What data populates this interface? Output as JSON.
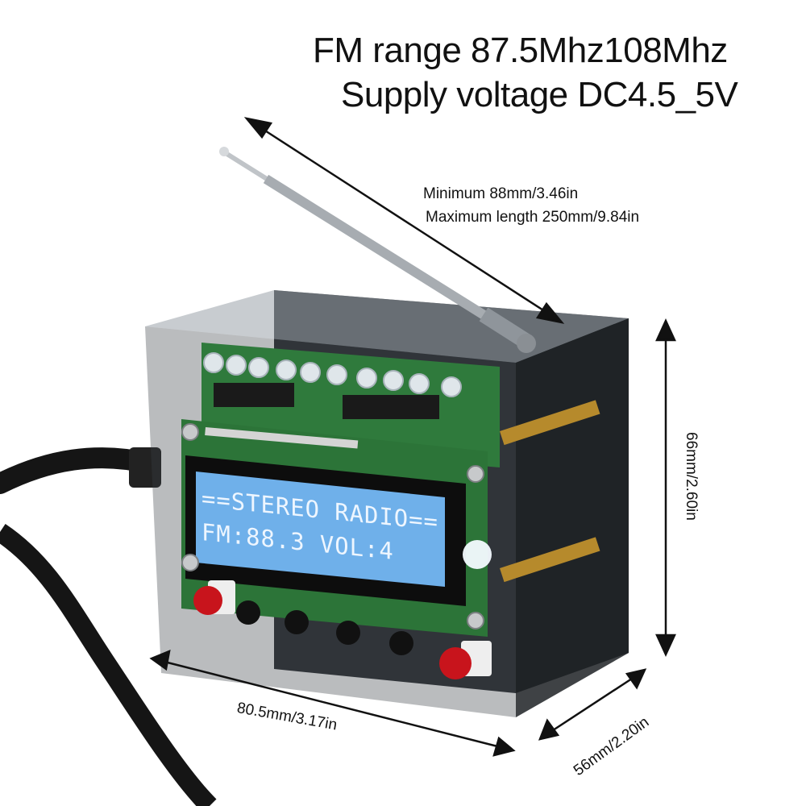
{
  "headline": {
    "fm_range": "FM range 87.5Mhz108Mhz",
    "supply_voltage": "Supply voltage DC4.5_5V"
  },
  "dimensions": {
    "antenna_min": "Minimum 88mm/3.46in",
    "antenna_max": "Maximum length 250mm/9.84in",
    "height": "66mm/2.60in",
    "width": "80.5mm/3.17in",
    "depth": "56mm/2.20in"
  },
  "lcd": {
    "line1": "==STEREO RADIO==",
    "line2": "FM:88.3  VOL:4"
  },
  "colors": {
    "lcd_background": "#6fb0ea",
    "pcb": "#2f7a3c",
    "button": "#c8141c",
    "cable": "#111111"
  }
}
